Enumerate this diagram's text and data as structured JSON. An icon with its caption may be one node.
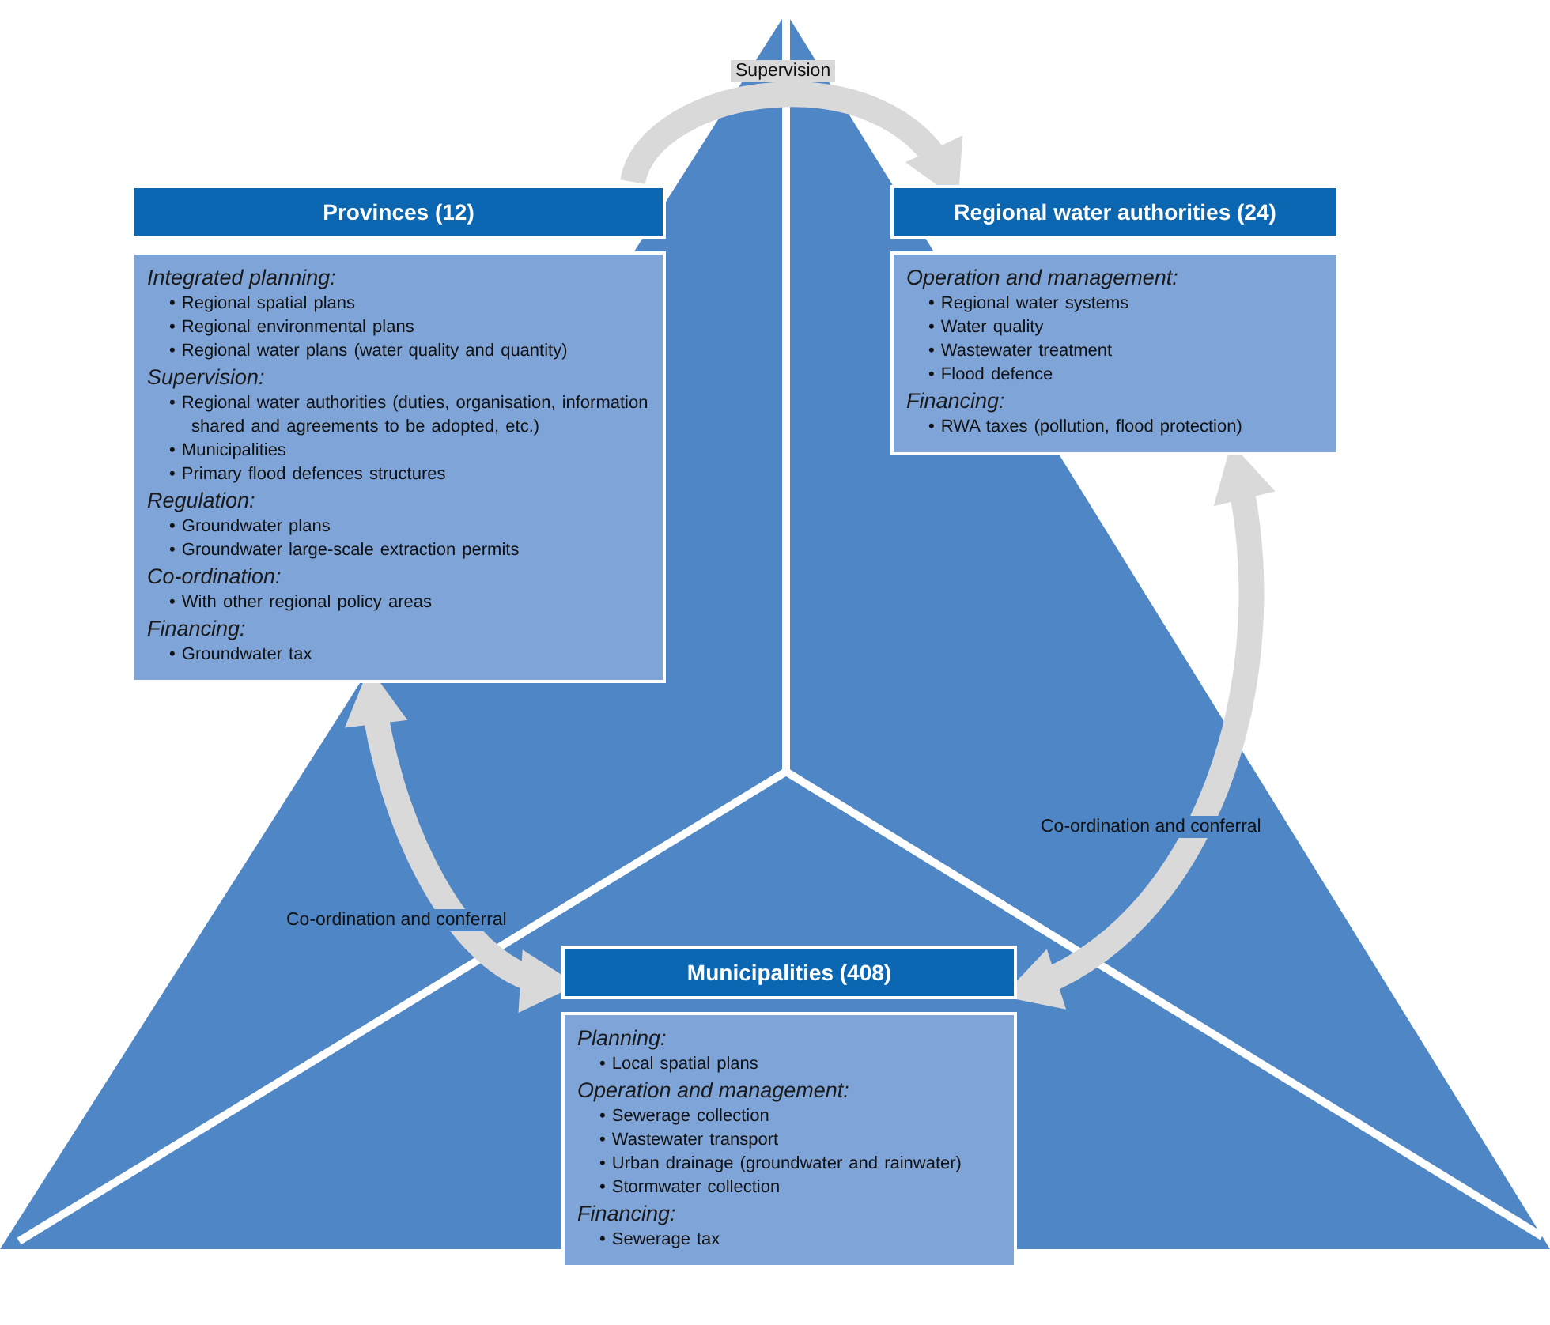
{
  "diagram": {
    "nodes": [
      {
        "text": [
          "Provinces (12)",
          "Integrated planning:",
          "• Regional spatial plans",
          "• Regional environmental plans",
          "• Regional water plans (water quality and quantity)",
          "Supervision:",
          "• Regional water authorities (duties, organisation, information shared and agreements to be adopted, etc.)",
          "• Municipalities",
          "• Primary flood defences structures",
          "Regulation:",
          "• Groundwater plans",
          "• Groundwater large-scale extraction permits",
          "Co-ordination:",
          "• With other regional policy areas",
          "Financing:",
          "• Groundwater tax"
        ]
      },
      {
        "text": [
          "Regional water authorities (24)",
          "Operation and management:",
          "• Regional water systems",
          "• Water quality",
          "• Wastewater treatment",
          "• Flood defence",
          "Financing:",
          "• RWA taxes (pollution, flood protection)"
        ]
      },
      {
        "text": [
          "Municipalities (408)",
          "Planning:",
          "• Local spatial plans",
          "Operation and management:",
          "• Sewerage collection",
          "• Wastewater transport",
          "• Urban drainage (groundwater and rainwater)",
          "• Stormwater collection",
          "Financing:",
          "• Sewerage tax"
        ]
      }
    ],
    "edges": [
      {
        "from": 0,
        "to": 1,
        "arrow": "to",
        "label": "Supervision"
      },
      {
        "from": 0,
        "to": 2,
        "arrow": "both",
        "label": "Co-ordination and conferral"
      },
      {
        "from": 1,
        "to": 2,
        "arrow": "both",
        "label": "Co-ordination and conferral"
      }
    ]
  }
}
